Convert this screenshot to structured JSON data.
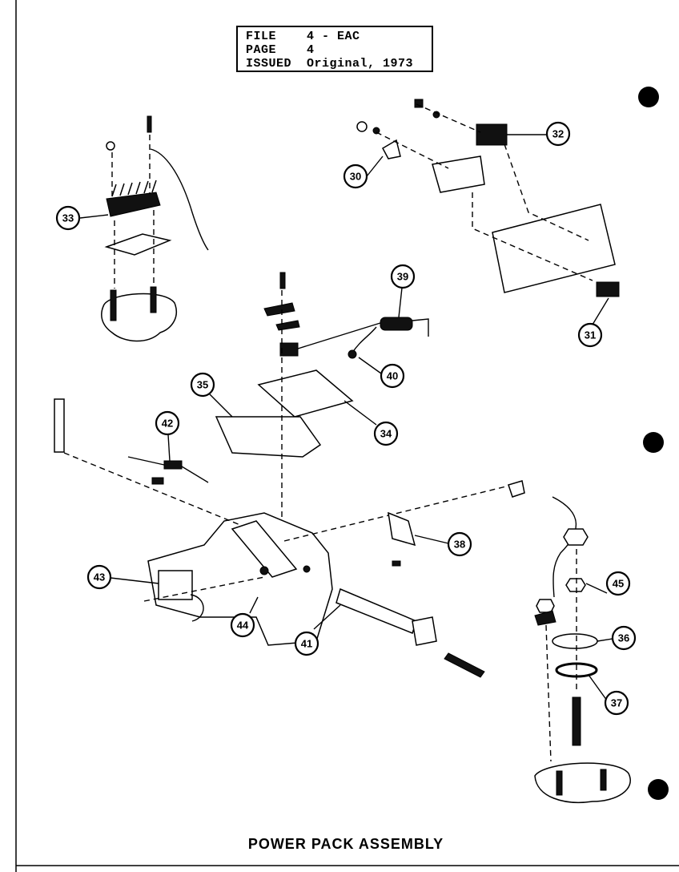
{
  "header": {
    "file_label": "FILE",
    "file_value": "4 - EAC",
    "page_label": "PAGE",
    "page_value": "4",
    "issued_label": "ISSUED",
    "issued_value": "Original, 1973"
  },
  "caption": "POWER PACK ASSEMBLY",
  "callouts": [
    "30",
    "31",
    "32",
    "33",
    "34",
    "35",
    "36",
    "37",
    "38",
    "39",
    "40",
    "41",
    "42",
    "43",
    "44",
    "45"
  ],
  "colors": {
    "ink": "#000000",
    "paper": "#ffffff"
  }
}
